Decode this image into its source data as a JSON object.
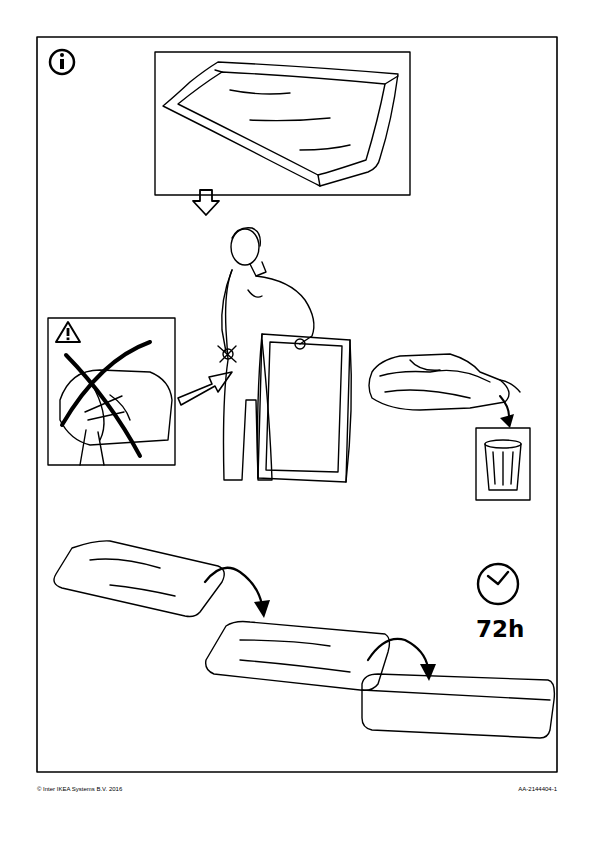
{
  "diagram": {
    "labels": [
      "72h",
      "© Inter IKEA Systems B.V. 2016",
      "AA-2144404-1"
    ]
  }
}
